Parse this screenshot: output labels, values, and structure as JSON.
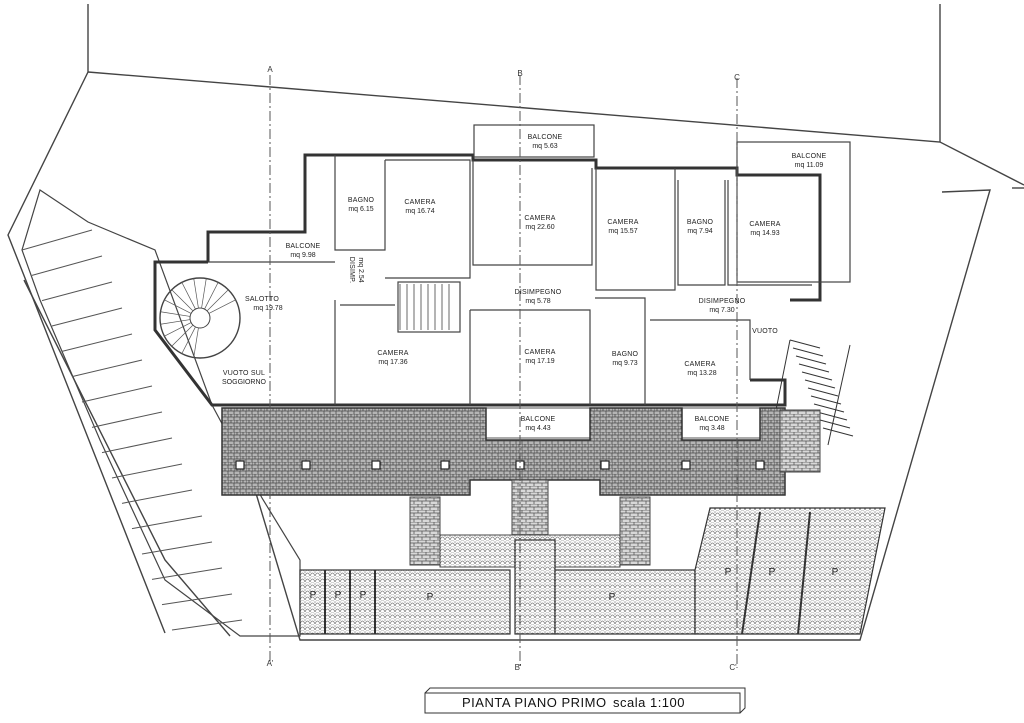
{
  "title": {
    "main": "PIANTA PIANO PRIMO",
    "scale": "scala 1:100"
  },
  "rooms": [
    {
      "id": "balcone-1",
      "name": "BALCONE",
      "area": "mq 5.63"
    },
    {
      "id": "balcone-2",
      "name": "BALCONE",
      "area": "mq 11.09"
    },
    {
      "id": "bagno-1",
      "name": "BAGNO",
      "area": "mq 6.15"
    },
    {
      "id": "camera-1",
      "name": "CAMERA",
      "area": "mq 16.74"
    },
    {
      "id": "camera-2",
      "name": "CAMERA",
      "area": "mq 22.60"
    },
    {
      "id": "camera-3",
      "name": "CAMERA",
      "area": "mq 15.57"
    },
    {
      "id": "bagno-2",
      "name": "BAGNO",
      "area": "mq 7.94"
    },
    {
      "id": "camera-4",
      "name": "CAMERA",
      "area": "mq 14.93"
    },
    {
      "id": "balcone-3",
      "name": "BALCONE",
      "area": "mq 9.98"
    },
    {
      "id": "disimp-1",
      "name": "DISIMP.",
      "area": "mq 2.54"
    },
    {
      "id": "salotto",
      "name": "SALOTTO",
      "area": "mq 19.78"
    },
    {
      "id": "disimpegno-1",
      "name": "DISIMPEGNO",
      "area": "mq 5.78"
    },
    {
      "id": "disimpegno-2",
      "name": "DISIMPEGNO",
      "area": "mq 7.30"
    },
    {
      "id": "vuoto",
      "name": "VUOTO",
      "area": ""
    },
    {
      "id": "camera-5",
      "name": "CAMERA",
      "area": "mq 17.36"
    },
    {
      "id": "camera-6",
      "name": "CAMERA",
      "area": "mq 17.19"
    },
    {
      "id": "bagno-3",
      "name": "BAGNO",
      "area": "mq 9.73"
    },
    {
      "id": "camera-7",
      "name": "CAMERA",
      "area": "mq 13.28"
    },
    {
      "id": "vuoto-soggiorno",
      "name": "VUOTO SUL",
      "area": "SOGGIORNO"
    },
    {
      "id": "balcone-4",
      "name": "BALCONE",
      "area": "mq 4.43"
    },
    {
      "id": "balcone-5",
      "name": "BALCONE",
      "area": "mq 3.48"
    }
  ],
  "axes": {
    "top": [
      "A",
      "B",
      "C"
    ],
    "bottom": [
      "A'",
      "B'",
      "C'"
    ]
  },
  "parking": {
    "label": "P"
  }
}
